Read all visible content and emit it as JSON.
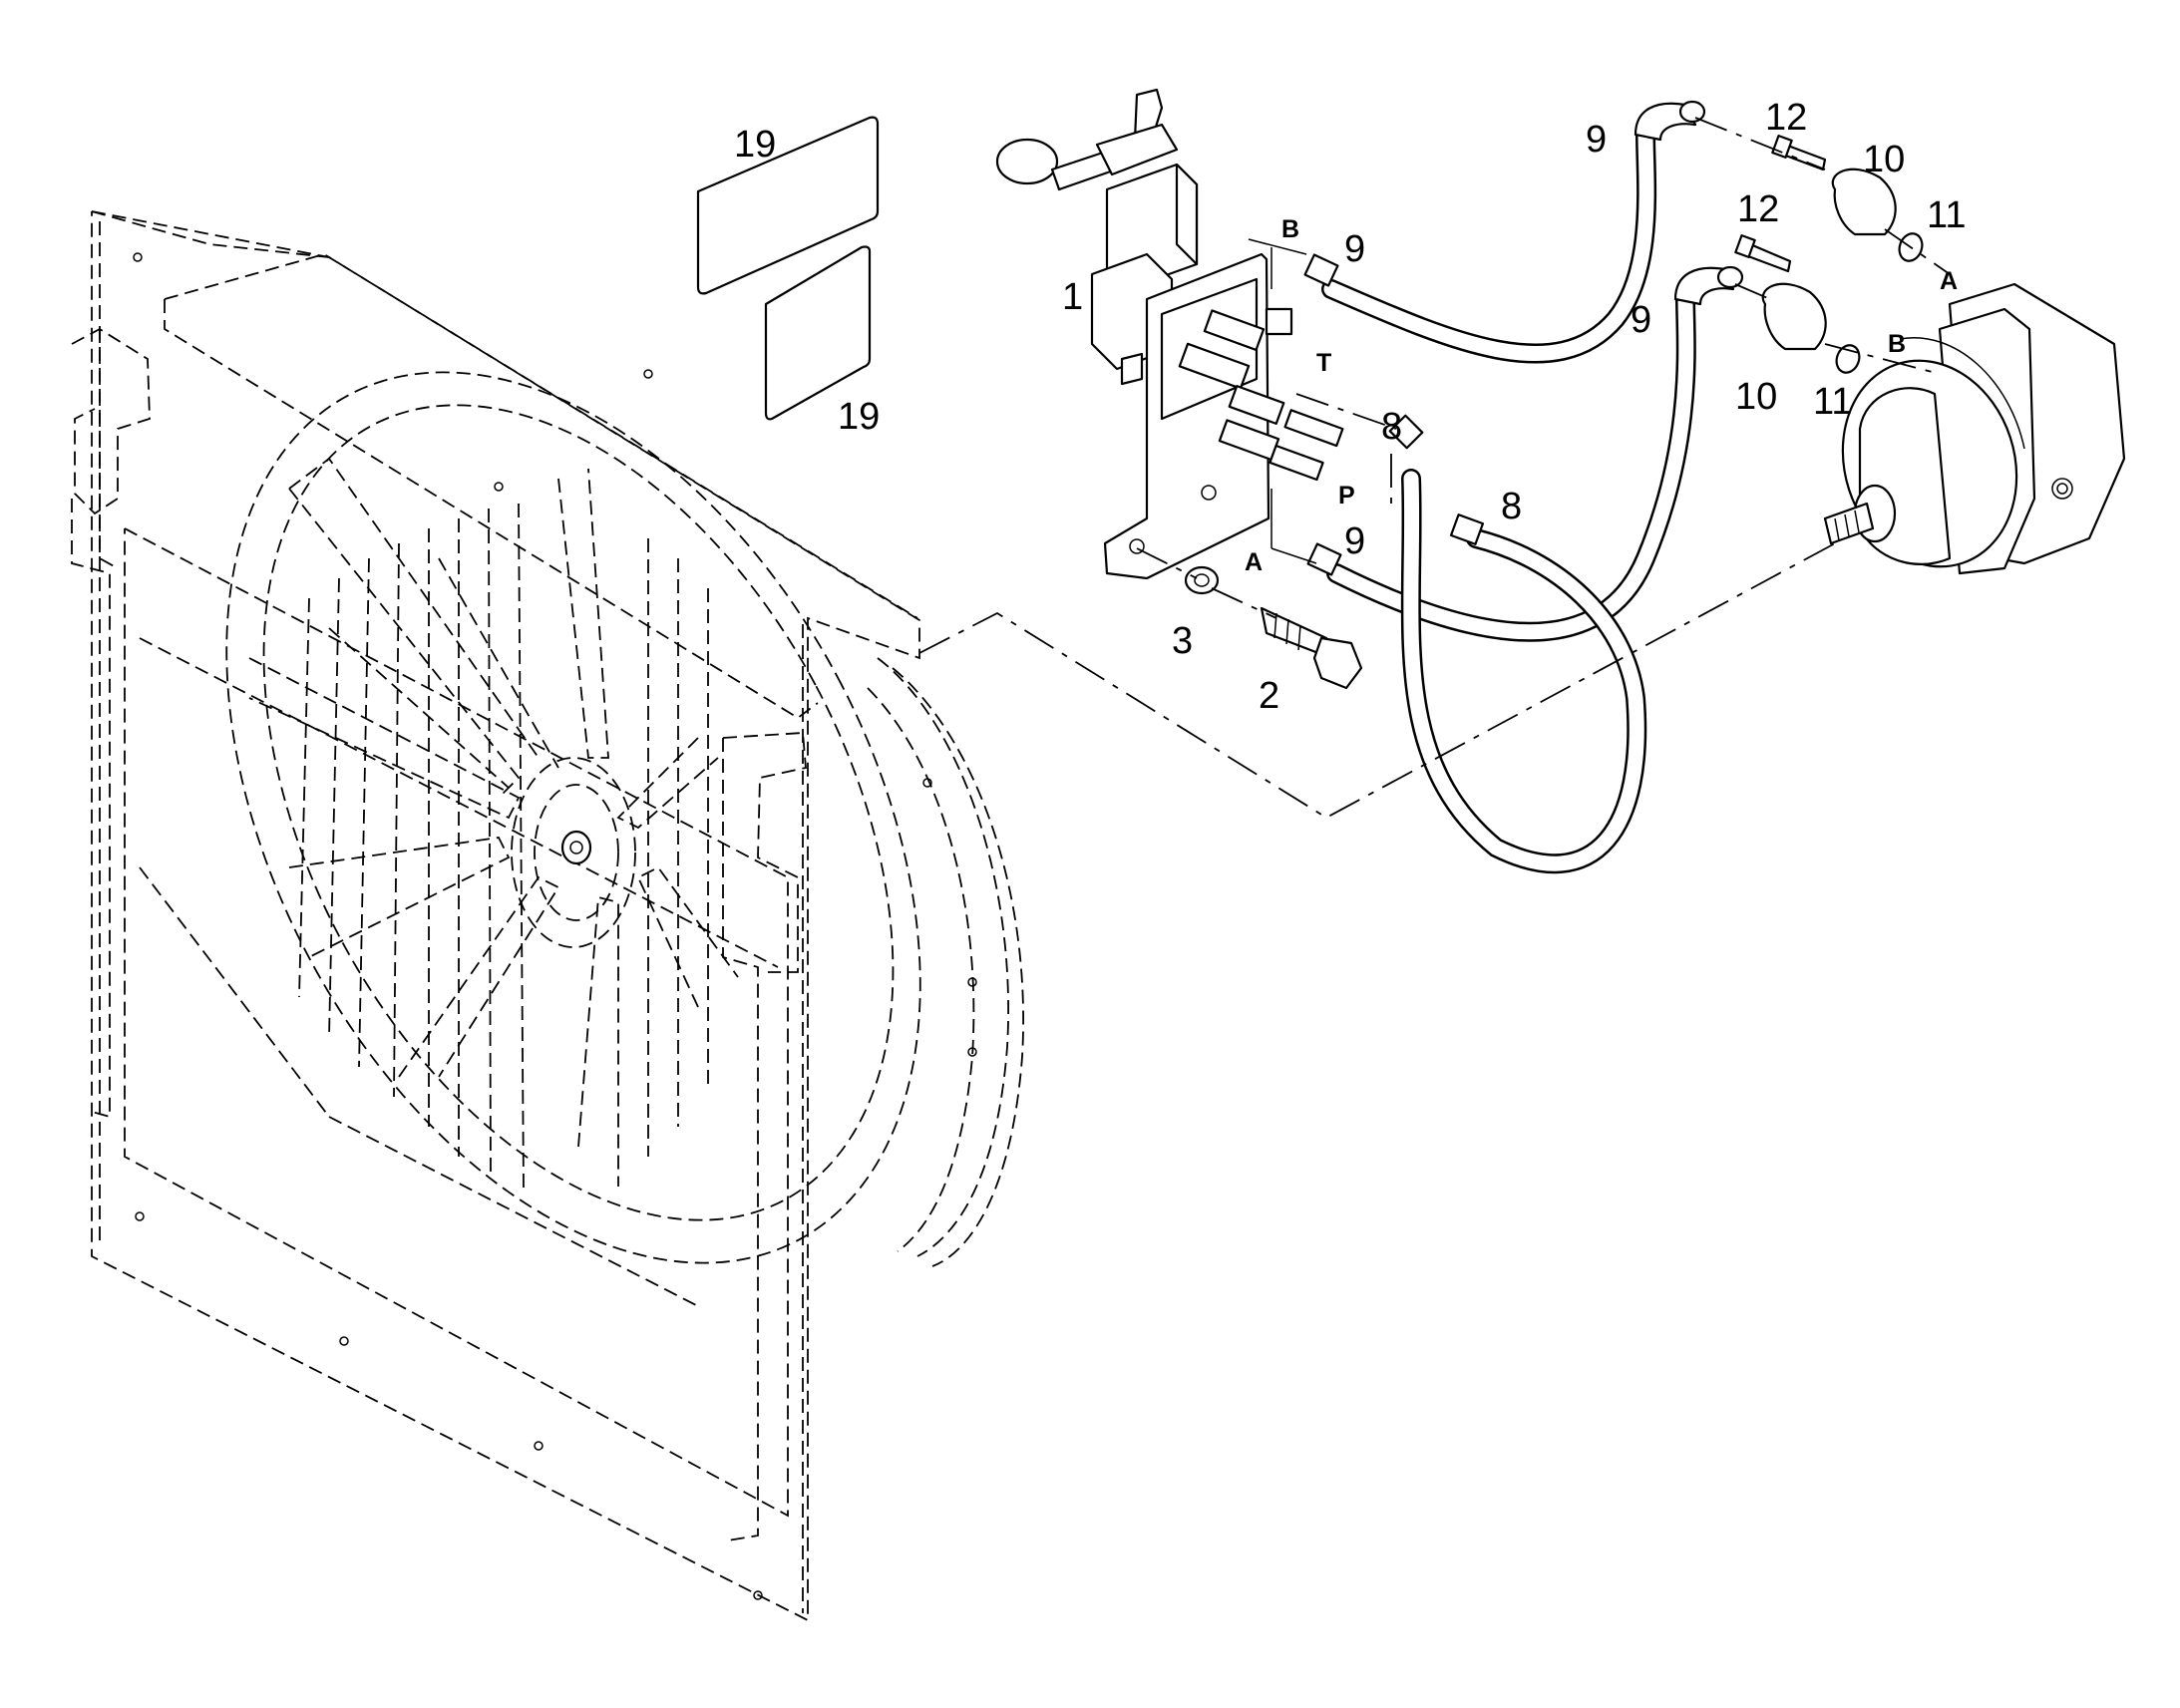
{
  "callouts": {
    "c1": "1",
    "c2": "2",
    "c3": "3",
    "c8a": "8",
    "c8b": "8",
    "c9a": "9",
    "c9b": "9",
    "c9c": "9",
    "c9d": "9",
    "c10a": "10",
    "c10b": "10",
    "c11a": "11",
    "c11b": "11",
    "c12a": "12",
    "c12b": "12",
    "c19a": "19",
    "c19b": "19"
  },
  "ports": {
    "valve_b": "B",
    "valve_t": "T",
    "valve_p": "P",
    "valve_a": "A",
    "motor_a": "A",
    "motor_b": "B"
  }
}
